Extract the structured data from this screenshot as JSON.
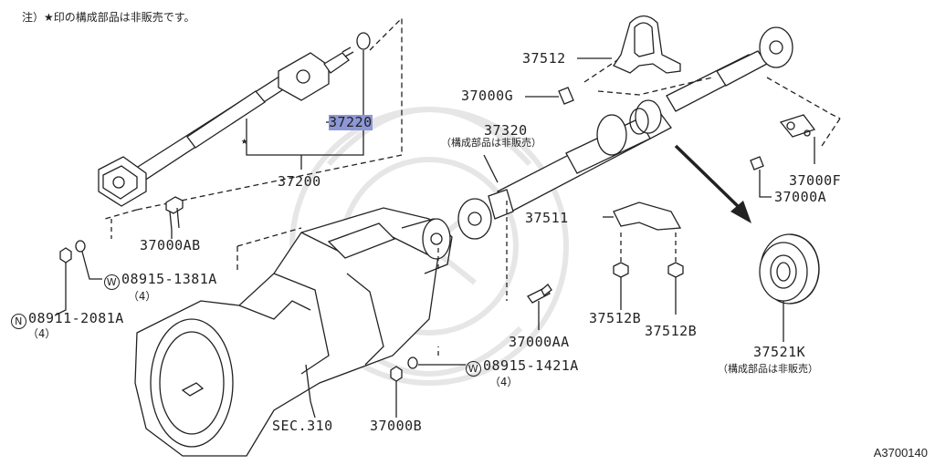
{
  "note": "注）★印の構成部品は非販売です。",
  "figure_id": "A3700140",
  "parts": {
    "p37220": "37220",
    "p37200": "37200",
    "p37512": "37512",
    "p37000G": "37000G",
    "p37320": "37320",
    "p37320_note": "（構成部品は非販売）",
    "p37511": "37511",
    "p37000F": "37000F",
    "p37000A": "37000A",
    "p37000AB": "37000AB",
    "w1381_prefix": "W",
    "w1381": "08915-1381A",
    "w1381_qty": "（4）",
    "n2081_prefix": "N",
    "n2081": "08911-2081A",
    "n2081_qty": "（4）",
    "p37000AA": "37000AA",
    "p37512B_a": "37512B",
    "p37512B_b": "37512B",
    "p37521K": "37521K",
    "p37521K_note": "（構成部品は非販売）",
    "w1421_prefix": "W",
    "w1421": "08915-1421A",
    "w1421_qty": "（4）",
    "p37000B": "37000B",
    "sec310": "SEC.310"
  },
  "star_symbol": "★",
  "colors": {
    "highlight": "#8e97d6",
    "ink": "#222222",
    "watermark": "#e4e4e4"
  }
}
